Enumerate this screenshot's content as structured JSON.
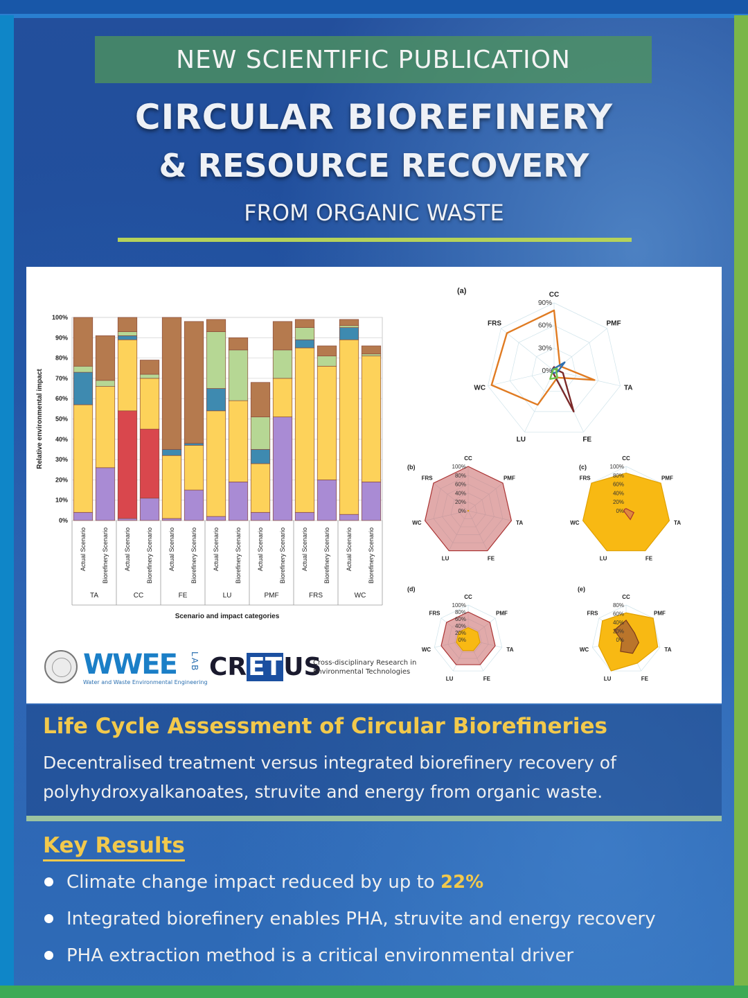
{
  "header": {
    "badge": "NEW SCIENTIFIC PUBLICATION",
    "title_line1": "CIRCULAR BIOREFINERY",
    "title_line2": "& RESOURCE RECOVERY",
    "title_line3": "FROM ORGANIC WASTE"
  },
  "colors": {
    "purple": "#a98bd4",
    "yellow": "#fdd25a",
    "red": "#d9474d",
    "teal": "#3e8ab0",
    "lightgreen": "#b6d794",
    "brown": "#b57a4e",
    "accent_gold": "#f2c94c",
    "orange_line": "#e07b22",
    "dark_red_line": "#7b2a2a",
    "blue_line": "#2f6fb0",
    "green_line": "#6fc24a"
  },
  "chart_data": [
    {
      "type": "bar",
      "stacked": true,
      "ylabel": "Relative environmental impact",
      "xlabel": "Scenario and impact categories",
      "ylim": [
        0,
        100
      ],
      "yticks": [
        "0%",
        "10%",
        "20%",
        "30%",
        "40%",
        "50%",
        "60%",
        "70%",
        "80%",
        "90%",
        "100%"
      ],
      "groups": [
        "TA",
        "CC",
        "FE",
        "LU",
        "PMF",
        "FRS",
        "WC"
      ],
      "categories": [
        "Actual Scenario",
        "Biorefinery Scenario",
        "Actual Scenario",
        "Biorefinery Scenario",
        "Actual Scenario",
        "Biorefinery Scenario",
        "Actual Scenario",
        "Biorefinery Scenario",
        "Actual Scenario",
        "Biorefinery Scenario",
        "Actual Scenario",
        "Biorefinery Scenario",
        "Actual Scenario",
        "Biorefinery Scenario"
      ],
      "series": [
        {
          "color": "purple",
          "values": [
            4,
            26,
            1,
            11,
            1,
            15,
            2,
            19,
            4,
            51,
            4,
            20,
            3,
            19
          ]
        },
        {
          "color": "red",
          "values": [
            0,
            0,
            53,
            34,
            0,
            0,
            0,
            0,
            0,
            0,
            0,
            0,
            0,
            0
          ]
        },
        {
          "color": "yellow",
          "values": [
            53,
            40,
            35,
            25,
            31,
            22,
            52,
            40,
            24,
            19,
            81,
            56,
            86,
            62
          ]
        },
        {
          "color": "teal",
          "values": [
            16,
            0,
            2,
            0,
            3,
            1,
            11,
            0,
            7,
            0,
            4,
            0,
            6,
            0
          ]
        },
        {
          "color": "lightgreen",
          "values": [
            3,
            3,
            2,
            2,
            0,
            0,
            28,
            25,
            16,
            14,
            6,
            5,
            1,
            1
          ]
        },
        {
          "color": "brown",
          "values": [
            24,
            22,
            7,
            7,
            65,
            60,
            6,
            6,
            17,
            14,
            4,
            5,
            3,
            4
          ]
        }
      ]
    },
    {
      "type": "radar",
      "panel": "(a)",
      "axes": [
        "CC",
        "PMF",
        "TA",
        "FE",
        "LU",
        "WC",
        "FRS"
      ],
      "ticks": [
        "90%",
        "60%",
        "30%",
        "0%"
      ],
      "rmax": 90,
      "series": [
        {
          "color": "orange_line",
          "values": [
            80,
            10,
            55,
            10,
            50,
            85,
            80
          ]
        },
        {
          "color": "dark_red_line",
          "values": [
            5,
            3,
            12,
            60,
            3,
            3,
            3
          ]
        },
        {
          "color": "blue_line",
          "values": [
            3,
            18,
            5,
            3,
            3,
            3,
            3
          ]
        },
        {
          "color": "green_line",
          "values": [
            2,
            5,
            3,
            10,
            12,
            2,
            2
          ]
        }
      ]
    },
    {
      "type": "radar",
      "panel": "(b)",
      "axes": [
        "CC",
        "PMF",
        "TA",
        "FE",
        "LU",
        "WC",
        "FRS"
      ],
      "ticks": [
        "100%",
        "80%",
        "60%",
        "40%",
        "20%",
        "0%"
      ],
      "rmax": 100,
      "series": [
        {
          "color": "red_fill",
          "values": [
            100,
            100,
            100,
            100,
            100,
            100,
            100
          ]
        },
        {
          "color": "yellow_fill",
          "values": [
            1,
            1,
            1,
            1,
            1,
            1,
            1
          ]
        }
      ]
    },
    {
      "type": "radar",
      "panel": "(c)",
      "axes": [
        "CC",
        "PMF",
        "TA",
        "FE",
        "LU",
        "WC",
        "FRS"
      ],
      "ticks": [
        "100%",
        "80%",
        "60%",
        "40%",
        "20%",
        "0%"
      ],
      "rmax": 100,
      "series": [
        {
          "color": "yellow_fill",
          "values": [
            85,
            100,
            100,
            100,
            100,
            100,
            100
          ]
        },
        {
          "color": "red_fill",
          "values": [
            5,
            5,
            18,
            22,
            5,
            5,
            5
          ]
        }
      ]
    },
    {
      "type": "radar",
      "panel": "(d)",
      "axes": [
        "CC",
        "PMF",
        "TA",
        "FE",
        "LU",
        "WC",
        "FRS"
      ],
      "ticks": [
        "100%",
        "80%",
        "60%",
        "40%",
        "20%",
        "0%"
      ],
      "rmax": 100,
      "series": [
        {
          "color": "red_fill",
          "values": [
            80,
            80,
            80,
            80,
            80,
            80,
            80
          ]
        },
        {
          "color": "yellow_fill",
          "values": [
            35,
            35,
            35,
            35,
            35,
            35,
            35
          ]
        }
      ]
    },
    {
      "type": "radar",
      "panel": "(e)",
      "axes": [
        "CC",
        "PMF",
        "TA",
        "FE",
        "LU",
        "WC",
        "FRS"
      ],
      "ticks": [
        "80%",
        "60%",
        "40%",
        "20%",
        "0%"
      ],
      "rmax": 80,
      "series": [
        {
          "color": "yellow_fill",
          "values": [
            62,
            80,
            75,
            60,
            80,
            65,
            70
          ]
        },
        {
          "color": "brown_fill",
          "values": [
            45,
            25,
            30,
            35,
            30,
            10,
            35
          ]
        }
      ]
    }
  ],
  "logos": {
    "wwee": "WWEE",
    "wwee_sub": "Water and Waste Environmental Engineering",
    "lab": "LAB",
    "cretus_pre": "CR",
    "cretus_box": "ET",
    "cretus_post": "US",
    "cretus_sub": "Cross-disciplinary Research in Environmental Technologies"
  },
  "lca": {
    "title": "Life Cycle Assessment of Circular Biorefineries",
    "subtitle": "Decentralised treatment versus integrated biorefinery recovery of polyhydroxyalkanoates, struvite and energy from organic waste."
  },
  "results": {
    "heading": "Key Results",
    "item1_text": "Climate  change  impact reduced by up to ",
    "item1_highlight": "22%",
    "item2": "Integrated biorefinery enables PHA, struvite and energy recovery",
    "item3": "PHA extraction method is a critical environmental driver"
  }
}
